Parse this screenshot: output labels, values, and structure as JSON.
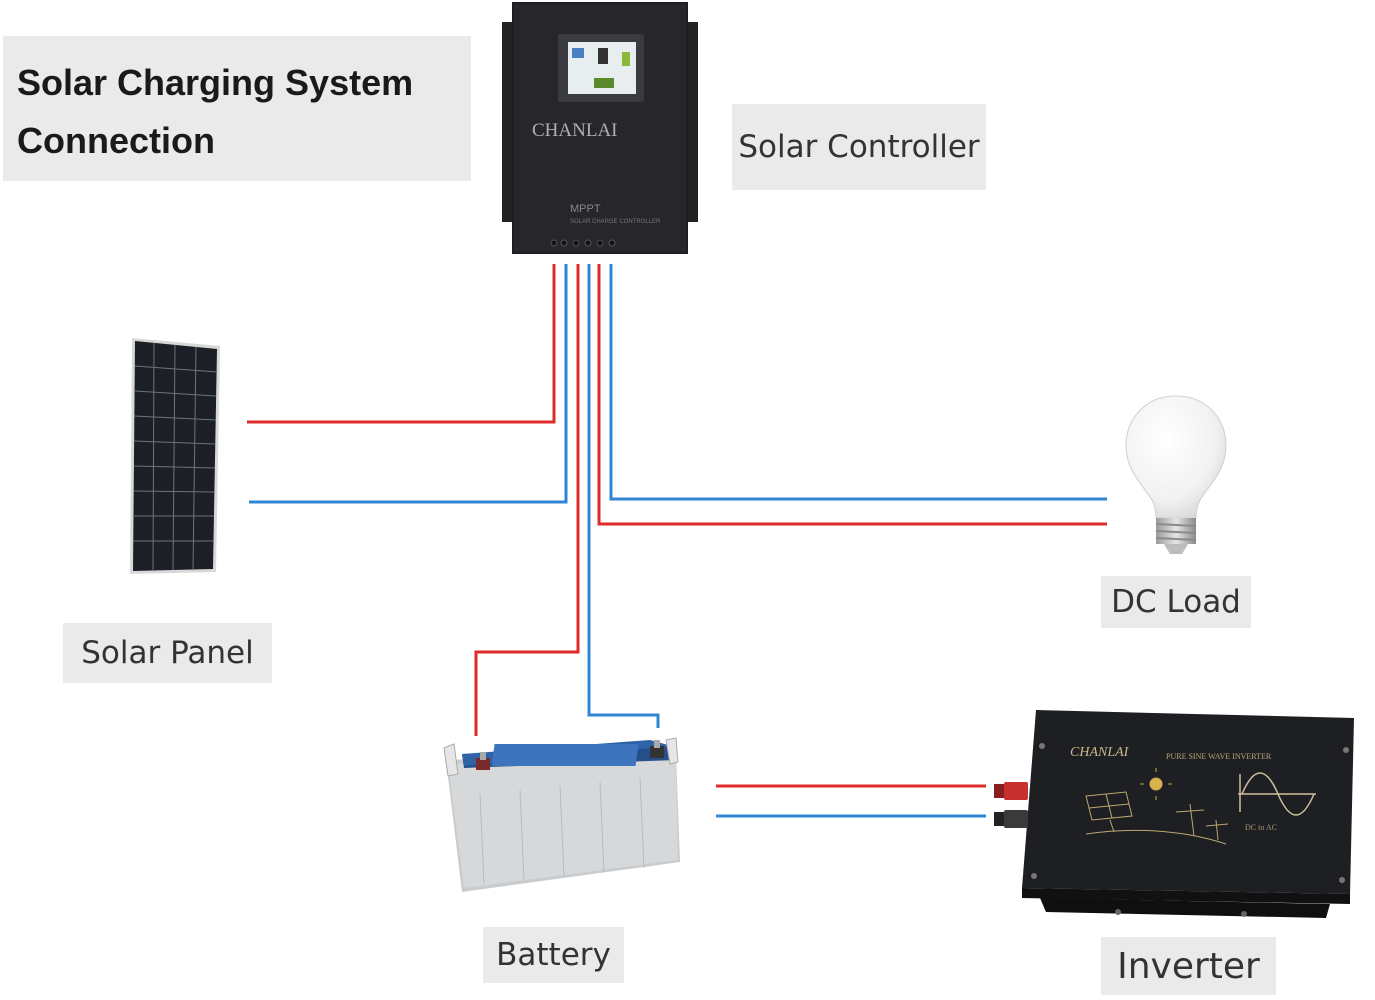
{
  "title": "Solar Charging System Connection",
  "labels": {
    "solar_controller": "Solar Controller",
    "solar_panel": "Solar Panel",
    "dc_load": "DC Load",
    "battery": "Battery",
    "inverter": "Inverter"
  },
  "controller": {
    "brand": "CHANLAI",
    "model": "MPPT",
    "subtitle": "SOLAR CHARGE CONTROLLER"
  },
  "inverter_device": {
    "brand": "CHANLAI",
    "model": "PURE SINE WAVE INVERTER",
    "spec": "DC to AC"
  },
  "colors": {
    "positive_wire": "#dd2b2b",
    "negative_wire": "#2f86d6",
    "label_background": "#eaeaea"
  }
}
